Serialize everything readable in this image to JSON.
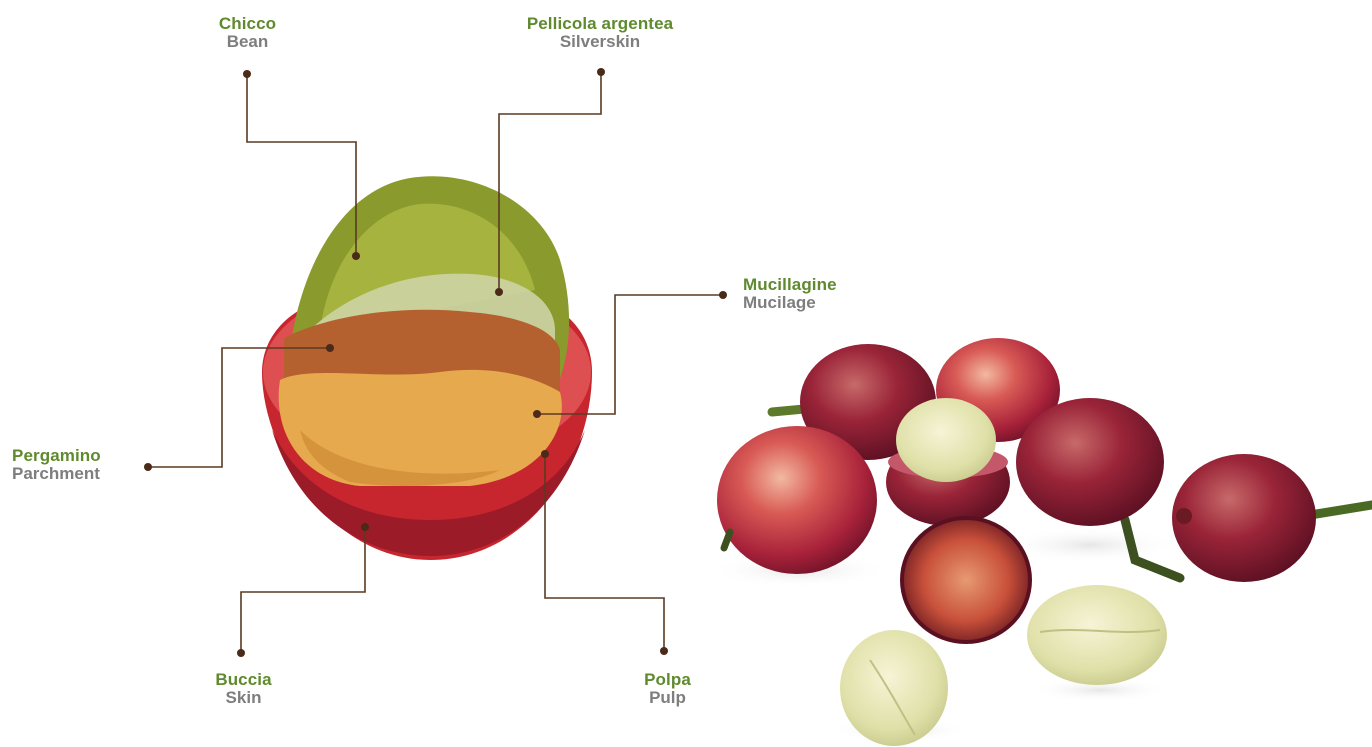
{
  "diagram": {
    "labels": {
      "chicco": {
        "italian": "Chicco",
        "english": "Bean"
      },
      "pellicola": {
        "italian": "Pellicola argentea",
        "english": "Silverskin"
      },
      "mucillagine": {
        "italian": "Mucillagine",
        "english": "Mucilage"
      },
      "pergamino": {
        "italian": "Pergamino",
        "english": "Parchment"
      },
      "buccia": {
        "italian": "Buccia",
        "english": "Skin"
      },
      "polpa": {
        "italian": "Polpa",
        "english": "Pulp"
      }
    },
    "colors": {
      "label_italian": "#5f8a2e",
      "label_english": "#7e7e7e",
      "leader_line": "#5a3a22",
      "skin": "#c8262f",
      "pulp": "#d94a4e",
      "mucilage": "#e2a64a",
      "parchment": "#b3622e",
      "silverskin": "#c9cfa0",
      "bean": "#8ba031"
    }
  }
}
